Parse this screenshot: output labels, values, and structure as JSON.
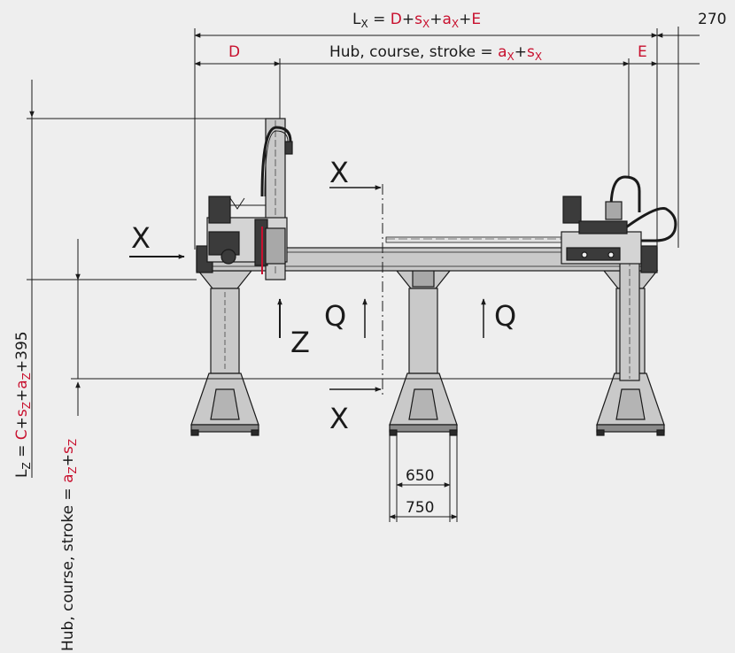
{
  "colors": {
    "background": "#eeeeee",
    "metal": "#c9c9c9",
    "metal_dark": "#8a8a8a",
    "dark_part": "#3b3b3b",
    "line": "#1a1a1a",
    "accent_red": "#c8102e"
  },
  "dimensions": {
    "lx_formula": {
      "lhs_main": "L",
      "lhs_sub": "X",
      "eq": " = ",
      "d": "D",
      "plus1": "+",
      "s_main": "s",
      "s_sub": "X",
      "plus2": "+",
      "a_main": "a",
      "a_sub": "X",
      "plus3": "+",
      "e": "E"
    },
    "offset_270": "270",
    "d_label": "D",
    "e_label": "E",
    "hub_x": {
      "prefix": "Hub, course, stroke = ",
      "a_main": "a",
      "a_sub": "X",
      "plus": "+",
      "s_main": "s",
      "s_sub": "X"
    },
    "lz_formula": {
      "lhs_main": "L",
      "lhs_sub": "Z",
      "eq": " = ",
      "c": "C",
      "plus1": "+",
      "s_main": "s",
      "s_sub": "Z",
      "plus2": "+",
      "a_main": "a",
      "a_sub": "Z",
      "tail": "+395"
    },
    "hub_z": {
      "prefix": "Hub, course, stroke = ",
      "a_main": "a",
      "a_sub": "Z",
      "plus": "+",
      "s_main": "s",
      "s_sub": "Z"
    },
    "width_650": "650",
    "width_750": "750"
  },
  "section_marks": {
    "x_left": "X",
    "x_top": "X",
    "x_bottom": "X",
    "z": "Z",
    "q_left": "Q",
    "q_right": "Q"
  }
}
